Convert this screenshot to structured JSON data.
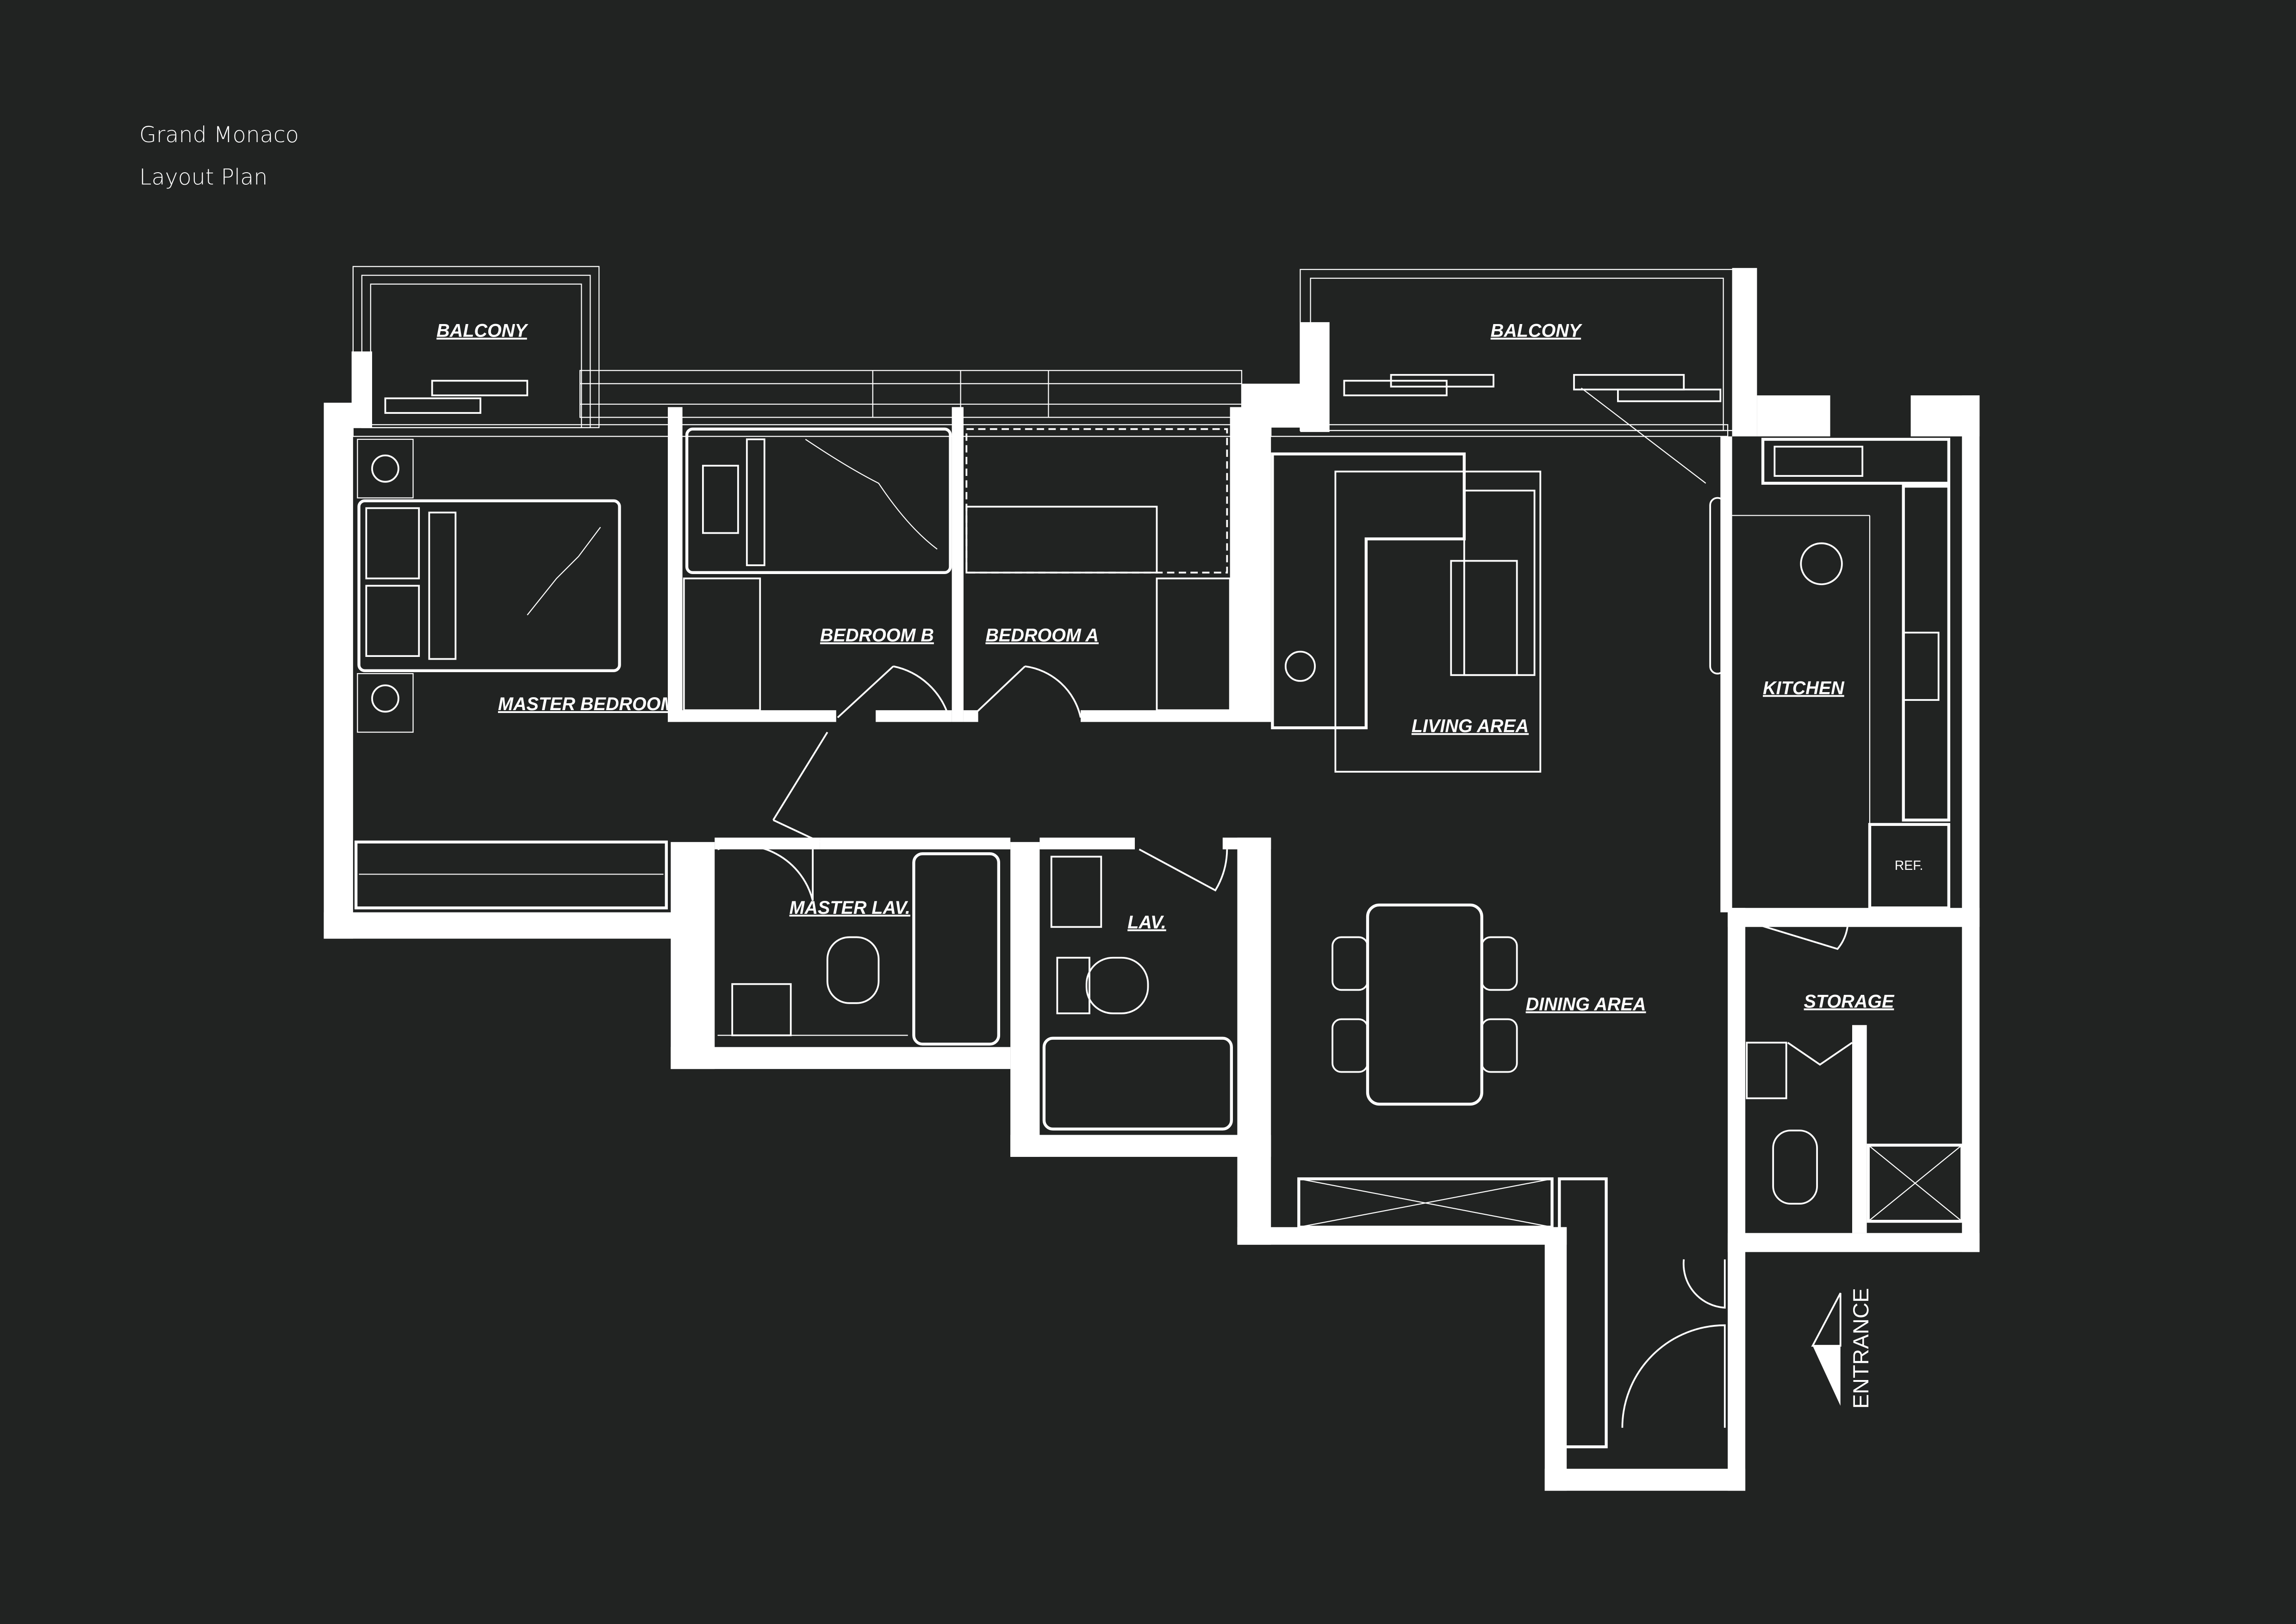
{
  "header": {
    "project": "Grand Monaco",
    "subtitle": "Layout Plan"
  },
  "rooms": {
    "balcony_left": "BALCONY",
    "balcony_right": "BALCONY",
    "master_bedroom": "MASTER BEDROOM",
    "bedroom_b": "BEDROOM B",
    "bedroom_a": "BEDROOM A",
    "living_area": "LIVING AREA",
    "kitchen": "KITCHEN",
    "refrigerator": "REF.",
    "storage": "STORAGE",
    "master_lav": "MASTER LAV.",
    "lav": "LAV.",
    "dining_area": "DINING AREA",
    "entrance": "ENTRANCE"
  },
  "colors": {
    "background": "#212322",
    "lines": "#ffffff"
  }
}
